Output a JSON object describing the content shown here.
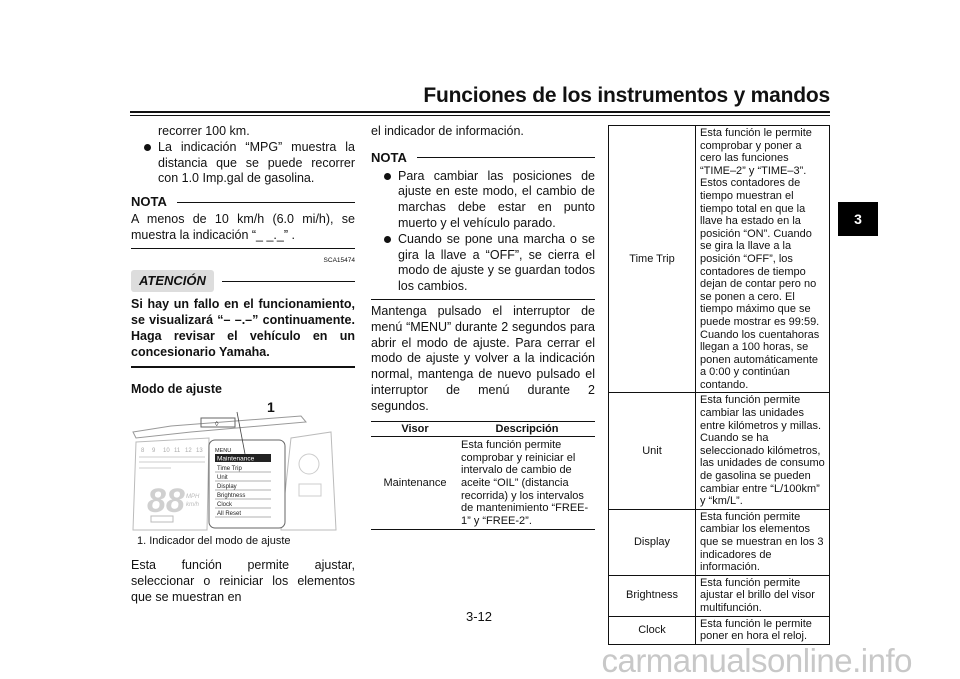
{
  "header": {
    "title": "Funciones de los instrumentos y mandos"
  },
  "chapter_tab": "3",
  "page_number": "3-12",
  "watermark": "carmanualsonline.info",
  "col1": {
    "cont": "recorrer 100 km.",
    "bullet_mpg": "La indicación “MPG” muestra la distancia que se puede recorrer con 1.0 Imp.gal de gasolina.",
    "nota_label": "NOTA",
    "nota_text": "A menos de 10 km/h (6.0 mi/h), se muestra la indicación “_ _._” .",
    "sca_code": "SCA15474",
    "atencion_label": "ATENCIÓN",
    "atencion_text": "Si hay un fallo en el funcionamiento, se visualizará “– –.–” continuamente. Haga revisar el vehículo en un concesionario Yamaha.",
    "heading": "Modo de ajuste",
    "figure_callout": "1",
    "figure_caption": "1.  Indicador del modo de ajuste",
    "closing_text": "Esta función permite ajustar, seleccionar o reiniciar los elementos que se muestran en"
  },
  "figure_menu": {
    "title": "MENU",
    "items": [
      "Maintenance",
      "Time Trip",
      "Unit",
      "Display",
      "Brightness",
      "Clock",
      "All Reset"
    ],
    "speed_digits": "88",
    "unit_mph": "MPH",
    "unit_kmh": "km/h",
    "tach_labels": [
      "8",
      "9",
      "10",
      "11",
      "12",
      "13"
    ]
  },
  "col2": {
    "cont": "el indicador de información.",
    "nota_label": "NOTA",
    "bullets": [
      "Para cambiar las posiciones de ajuste en este modo, el cambio de marchas debe estar en punto muerto y el vehículo parado.",
      "Cuando se pone una marcha o se gira la llave a “OFF”, se cierra el modo de ajuste y se guardan todos los cambios."
    ],
    "paragraph": "Mantenga pulsado el interruptor de menú “MENU” durante 2 segundos para abrir el modo de ajuste. Para cerrar el modo de ajuste y volver a la indicación normal, mantenga de nuevo pulsado el interruptor de menú durante 2 segundos."
  },
  "table_small": {
    "headers": [
      "Visor",
      "Descripción"
    ],
    "rows": [
      [
        "Maintenance",
        "Esta función permite comprobar y reiniciar el intervalo de cambio de aceite “OIL” (distancia recorrida) y los intervalos de mantenimiento “FREE-1” y “FREE-2”."
      ]
    ]
  },
  "table_big": {
    "rows": [
      [
        "Time Trip",
        "Esta función le permite comprobar y poner a cero las funciones “TIME–2” y “TIME–3”. Estos contadores de tiempo muestran el tiempo total en que la llave ha estado en la posición “ON”. Cuando se gira la llave a la posición “OFF”, los contadores de tiempo dejan de contar pero no se ponen a cero. El tiempo máximo que se puede mostrar es 99:59. Cuando los cuentahoras llegan a 100 horas, se ponen automáticamente a 0:00 y continúan contando."
      ],
      [
        "Unit",
        "Esta función permite cambiar las unidades entre kilómetros y millas. Cuando se ha seleccionado kilómetros, las unidades de consumo de gasolina se pueden cambiar entre “L/100km” y “km/L”."
      ],
      [
        "Display",
        "Esta función permite cambiar los elementos que se muestran en los 3 indicadores de información."
      ],
      [
        "Brightness",
        "Esta función permite ajustar el brillo del visor multifunción."
      ],
      [
        "Clock",
        "Esta función le permite poner en hora el reloj."
      ]
    ]
  }
}
